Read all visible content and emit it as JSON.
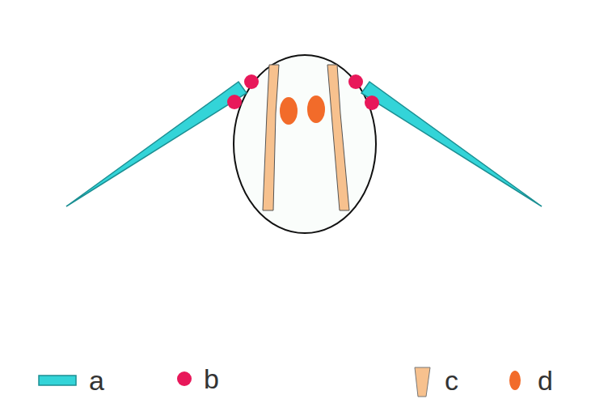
{
  "diagram": {
    "legend": [
      {
        "text": "a",
        "color": "#33d4d8"
      },
      {
        "text": "b",
        "color": "#e8185a"
      },
      {
        "text": "c",
        "color": "#f7c18e"
      },
      {
        "text": "d",
        "color": "#f26b2a"
      }
    ]
  }
}
